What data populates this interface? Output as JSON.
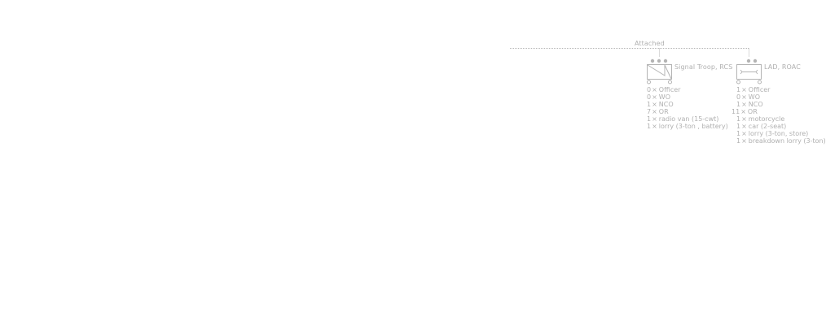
{
  "attached_label": "Attached",
  "units": [
    {
      "name": "Signal Troop, RCS",
      "symbol": "signal-symbol",
      "equipment": [
        {
          "qty": "0",
          "item": "Officer"
        },
        {
          "qty": "0",
          "item": "WO"
        },
        {
          "qty": "1",
          "item": "NCO"
        },
        {
          "qty": "7",
          "item": "OR"
        },
        {
          "qty": "1",
          "item": "radio van (15-cwt)"
        },
        {
          "qty": "1",
          "item": "lorry (3-ton , battery)"
        }
      ]
    },
    {
      "name": "LAD, ROAC",
      "symbol": "workshop-symbol",
      "equipment": [
        {
          "qty": "1",
          "item": "Officer"
        },
        {
          "qty": "0",
          "item": "WO"
        },
        {
          "qty": "1",
          "item": "NCO"
        },
        {
          "qty": "11",
          "item": "OR"
        },
        {
          "qty": "1",
          "item": "motorcycle"
        },
        {
          "qty": "1",
          "item": "car (2-seat)"
        },
        {
          "qty": "1",
          "item": "lorry (3-ton, store)"
        },
        {
          "qty": "1",
          "item": "breakdown lorry (3-ton)"
        }
      ]
    }
  ],
  "multiplier_sign": "×",
  "line_color": "#b4b4b4"
}
